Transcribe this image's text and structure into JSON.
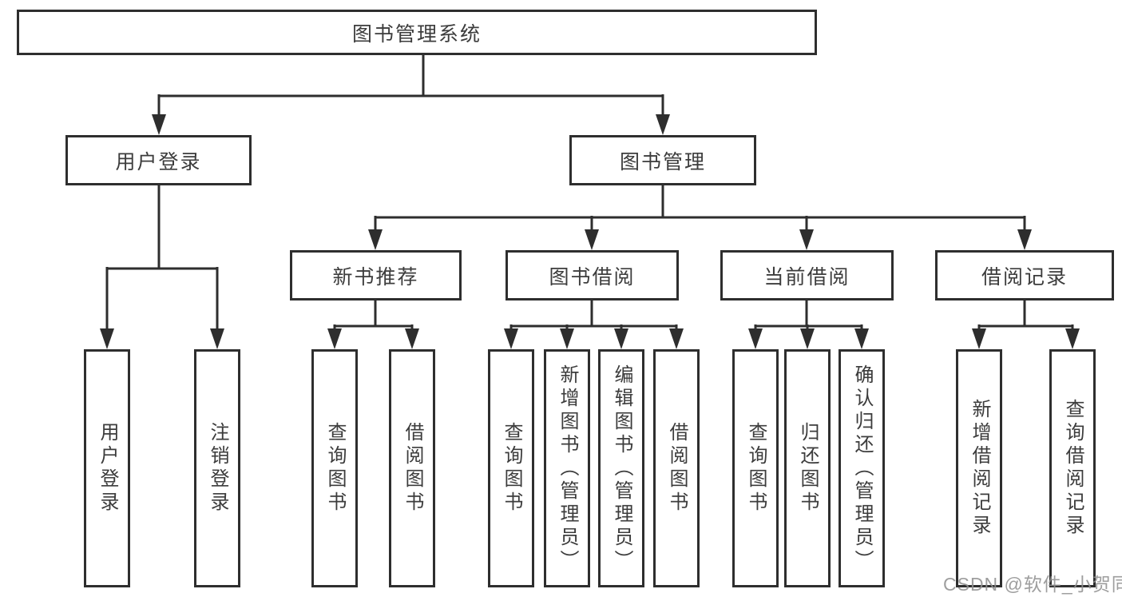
{
  "diagram": {
    "type": "hierarchy-tree",
    "line_color": "#2e2e2e",
    "text_color": "#3c3c3c",
    "box_fill": "#ffffff"
  },
  "nodes": {
    "root": {
      "label": "图书管理系统"
    },
    "user_login": {
      "label": "用户登录"
    },
    "book_mgmt": {
      "label": "图书管理"
    },
    "user_login_leaf": {
      "label": "用户登录"
    },
    "logout_leaf": {
      "label": "注销登录"
    },
    "new_book_rec": {
      "label": "新书推荐"
    },
    "book_borrow": {
      "label": "图书借阅"
    },
    "current_borrow": {
      "label": "当前借阅"
    },
    "borrow_record": {
      "label": "借阅记录"
    },
    "nb_query": {
      "label": "查询图书"
    },
    "nb_borrow": {
      "label": "借阅图书"
    },
    "bb_query": {
      "label": "查询图书"
    },
    "bb_add": {
      "label": "新增图书（管理员）"
    },
    "bb_edit": {
      "label": "编辑图书（管理员）"
    },
    "bb_borrow": {
      "label": "借阅图书"
    },
    "cb_query": {
      "label": "查询图书"
    },
    "cb_return": {
      "label": "归还图书"
    },
    "cb_confirm": {
      "label": "确认归还（管理员）"
    },
    "br_add": {
      "label": "新增借阅记录"
    },
    "br_query": {
      "label": "查询借阅记录"
    }
  },
  "hierarchy": [
    {
      "parent": "图书管理系统",
      "children": [
        "用户登录",
        "图书管理"
      ]
    },
    {
      "parent": "用户登录",
      "children": [
        "用户登录",
        "注销登录"
      ]
    },
    {
      "parent": "图书管理",
      "children": [
        "新书推荐",
        "图书借阅",
        "当前借阅",
        "借阅记录"
      ]
    },
    {
      "parent": "新书推荐",
      "children": [
        "查询图书",
        "借阅图书"
      ]
    },
    {
      "parent": "图书借阅",
      "children": [
        "查询图书",
        "新增图书（管理员）",
        "编辑图书（管理员）",
        "借阅图书"
      ]
    },
    {
      "parent": "当前借阅",
      "children": [
        "查询图书",
        "归还图书",
        "确认归还（管理员）"
      ]
    },
    {
      "parent": "借阅记录",
      "children": [
        "新增借阅记录",
        "查询借阅记录"
      ]
    }
  ],
  "watermark": {
    "text": "CSDN @软件_小贺同学"
  }
}
